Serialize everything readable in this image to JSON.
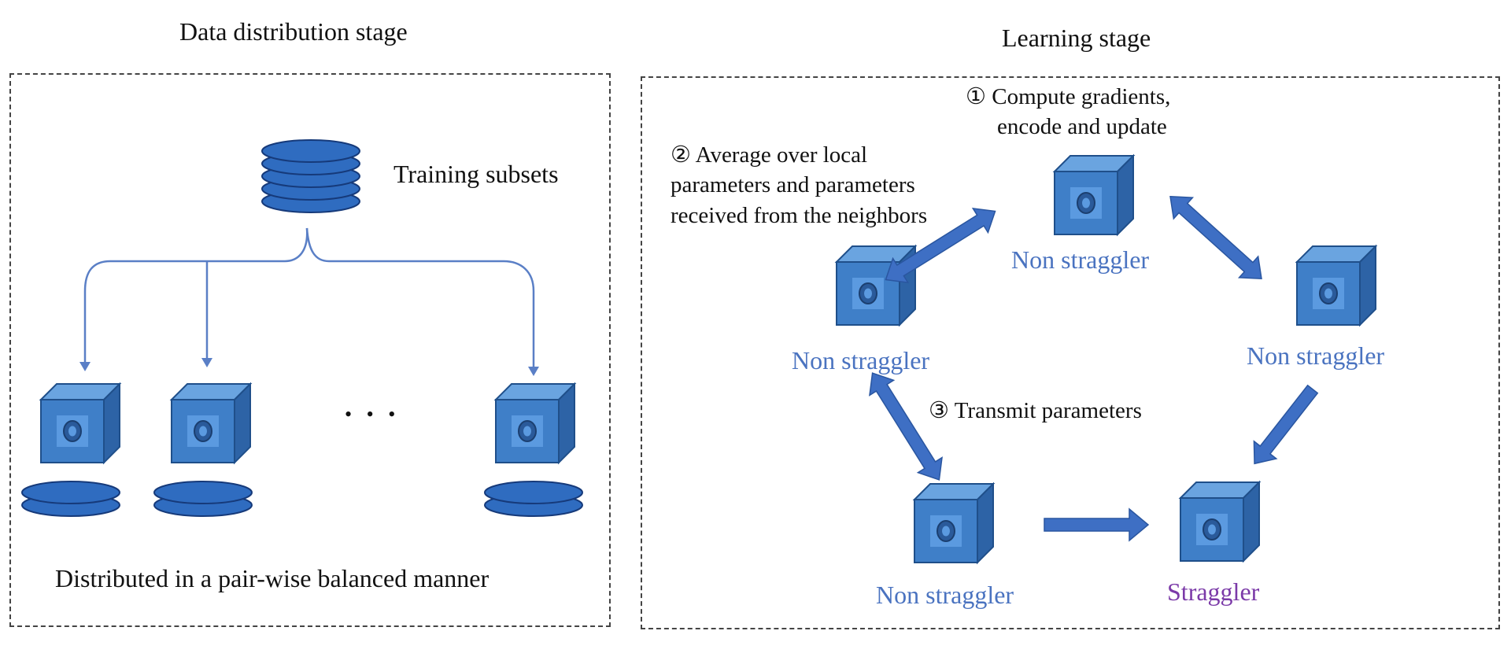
{
  "left_panel": {
    "title": "Data distribution stage",
    "training_label": "Training subsets",
    "caption": "Distributed in a pair-wise balanced manner",
    "ellipsis": "• • •"
  },
  "right_panel": {
    "title": "Learning stage",
    "step1_line1": "① Compute gradients,",
    "step1_line2": "encode and update",
    "step2_line1": "② Average over local",
    "step2_line2": "parameters and parameters",
    "step2_line3": "received from the neighbors",
    "step3": "③ Transmit parameters",
    "nodes": [
      {
        "label": "Non straggler"
      },
      {
        "label": "Non straggler"
      },
      {
        "label": "Non straggler"
      },
      {
        "label": "Non straggler"
      },
      {
        "label": "Straggler"
      }
    ]
  },
  "colors": {
    "node_face": "#3f7fc8",
    "node_dark": "#2a5a9a",
    "arrow": "#3e6fc4",
    "line": "#5a7fc6",
    "non_straggler_text": "#4a73c0",
    "straggler_text": "#7b3aa8"
  }
}
